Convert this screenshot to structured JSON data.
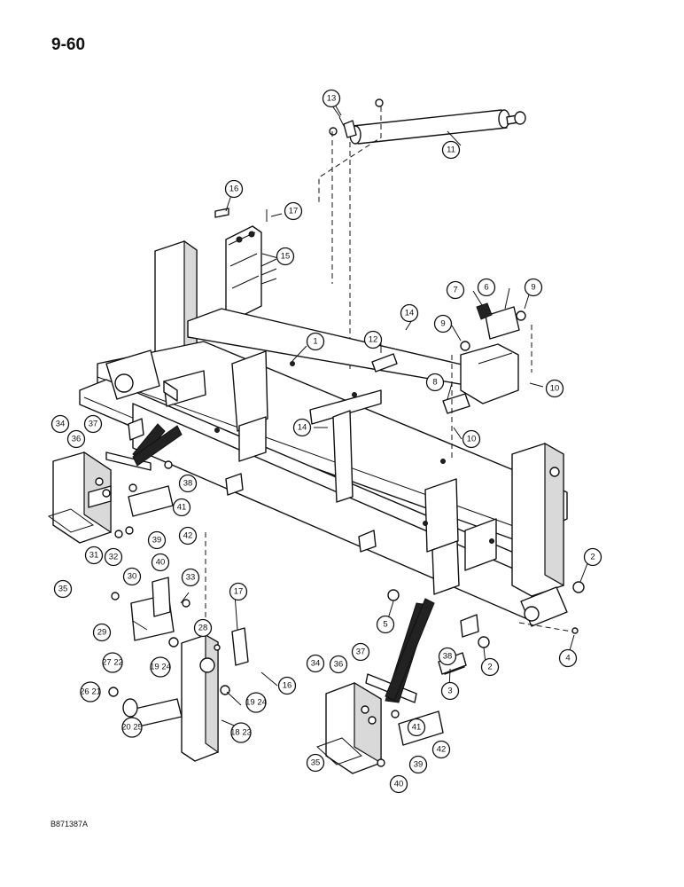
{
  "page_number": "9-60",
  "figure_code": "B871387A",
  "callouts": [
    {
      "id": "c13",
      "labels": [
        "13"
      ]
    },
    {
      "id": "c11",
      "labels": [
        "11"
      ]
    },
    {
      "id": "c16a",
      "labels": [
        "16"
      ]
    },
    {
      "id": "c17a",
      "labels": [
        "17"
      ]
    },
    {
      "id": "c15",
      "labels": [
        "15"
      ]
    },
    {
      "id": "c7",
      "labels": [
        "7"
      ]
    },
    {
      "id": "c6",
      "labels": [
        "6"
      ]
    },
    {
      "id": "c9a",
      "labels": [
        "9"
      ]
    },
    {
      "id": "c9b",
      "labels": [
        "9"
      ]
    },
    {
      "id": "c14a",
      "labels": [
        "14"
      ]
    },
    {
      "id": "c12",
      "labels": [
        "12"
      ]
    },
    {
      "id": "c1",
      "labels": [
        "1"
      ]
    },
    {
      "id": "c8",
      "labels": [
        "8"
      ]
    },
    {
      "id": "c10a",
      "labels": [
        "10"
      ]
    },
    {
      "id": "c10b",
      "labels": [
        "10"
      ]
    },
    {
      "id": "c14b",
      "labels": [
        "14"
      ]
    },
    {
      "id": "c34a",
      "labels": [
        "34"
      ]
    },
    {
      "id": "c36a",
      "labels": [
        "36"
      ]
    },
    {
      "id": "c37a",
      "labels": [
        "37"
      ]
    },
    {
      "id": "c38a",
      "labels": [
        "38"
      ]
    },
    {
      "id": "c41a",
      "labels": [
        "41"
      ]
    },
    {
      "id": "c42a",
      "labels": [
        "42"
      ]
    },
    {
      "id": "c39a",
      "labels": [
        "39"
      ]
    },
    {
      "id": "c40a",
      "labels": [
        "40"
      ]
    },
    {
      "id": "c35a",
      "labels": [
        "35"
      ]
    },
    {
      "id": "c31",
      "labels": [
        "31"
      ]
    },
    {
      "id": "c32",
      "labels": [
        "32"
      ]
    },
    {
      "id": "c30",
      "labels": [
        "30"
      ]
    },
    {
      "id": "c33",
      "labels": [
        "33"
      ]
    },
    {
      "id": "c29",
      "labels": [
        "29"
      ]
    },
    {
      "id": "c17b",
      "labels": [
        "17"
      ]
    },
    {
      "id": "c28",
      "labels": [
        "28"
      ]
    },
    {
      "id": "c19-24a",
      "labels": [
        "19",
        "24"
      ]
    },
    {
      "id": "c27-22",
      "labels": [
        "27",
        "22"
      ]
    },
    {
      "id": "c26-21",
      "labels": [
        "26",
        "21"
      ]
    },
    {
      "id": "c20-25",
      "labels": [
        "20",
        "25"
      ]
    },
    {
      "id": "c16b",
      "labels": [
        "16"
      ]
    },
    {
      "id": "c19-24b",
      "labels": [
        "19",
        "24"
      ]
    },
    {
      "id": "c18-23",
      "labels": [
        "18",
        "23"
      ]
    },
    {
      "id": "c2a",
      "labels": [
        "2"
      ]
    },
    {
      "id": "c5",
      "labels": [
        "5"
      ]
    },
    {
      "id": "c4",
      "labels": [
        "4"
      ]
    },
    {
      "id": "c37b",
      "labels": [
        "37"
      ]
    },
    {
      "id": "c38b",
      "labels": [
        "38"
      ]
    },
    {
      "id": "c2b",
      "labels": [
        "2"
      ]
    },
    {
      "id": "c3",
      "labels": [
        "3"
      ]
    },
    {
      "id": "c34b",
      "labels": [
        "34"
      ]
    },
    {
      "id": "c36b",
      "labels": [
        "36"
      ]
    },
    {
      "id": "c41b",
      "labels": [
        "41"
      ]
    },
    {
      "id": "c42b",
      "labels": [
        "42"
      ]
    },
    {
      "id": "c39b",
      "labels": [
        "39"
      ]
    },
    {
      "id": "c40b",
      "labels": [
        "40"
      ]
    },
    {
      "id": "c35b",
      "labels": [
        "35"
      ]
    }
  ]
}
